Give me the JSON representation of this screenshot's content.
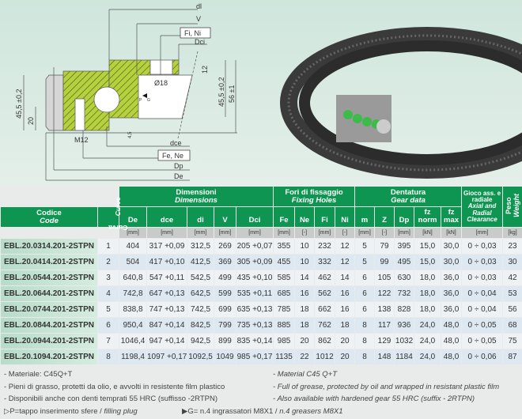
{
  "diagram": {
    "labels": {
      "dl": "dl",
      "v": "V",
      "fi_ni": "Fi, Ni",
      "dci": "Dci",
      "d18": "Ø18",
      "h12": "12",
      "h455r": "45,5 ±0,2",
      "h56": "56 ±1",
      "h455l": "45,5 ±0,2",
      "h20": "20",
      "m12": "M12",
      "dce": "dce",
      "fe_ne": "Fe, Ne",
      "dp": "Dp",
      "de": "De",
      "h45": "4,5",
      "p": "P",
      "g": "G"
    }
  },
  "table": {
    "groups": {
      "dim": "Dimensioni",
      "dim_en": "Dimensions",
      "fix": "Fori di fissaggio",
      "fix_en": "Fixing Holes",
      "gear": "Dentatura",
      "gear_en": "Gear data",
      "gioco": "Gioco ass. e radiale",
      "gioco_en": "Axial and Radial Clearance",
      "peso": "Peso",
      "peso_en": "Weight"
    },
    "code": "Codice",
    "code_en": "Code",
    "curva": "Curva",
    "curva_en": "Curve",
    "cols": [
      "De",
      "dce",
      "di",
      "V",
      "Dci",
      "Fe",
      "Ne",
      "Fi",
      "Ni",
      "m",
      "Z",
      "Dp",
      "fz norm",
      "fz max"
    ],
    "units": [
      "[mm]",
      "[mm]",
      "[mm]",
      "[mm]",
      "[mm]",
      "[mm]",
      "[-]",
      "[mm]",
      "[-]",
      "[mm]",
      "[-]",
      "[mm]",
      "[kN]",
      "[kN]",
      "[mm]",
      "[kg]"
    ],
    "rows": [
      [
        "EBL.20.0314.201-2STPN",
        "1",
        "404",
        "317 +0,09",
        "312,5",
        "269",
        "205 +0,07",
        "355",
        "10",
        "232",
        "12",
        "5",
        "79",
        "395",
        "15,0",
        "30,0",
        "0 ÷ 0,03",
        "23"
      ],
      [
        "EBL.20.0414.201-2STPN",
        "2",
        "504",
        "417 +0,10",
        "412,5",
        "369",
        "305 +0,09",
        "455",
        "10",
        "332",
        "12",
        "5",
        "99",
        "495",
        "15,0",
        "30,0",
        "0 ÷ 0,03",
        "30"
      ],
      [
        "EBL.20.0544.201-2STPN",
        "3",
        "640,8",
        "547 +0,11",
        "542,5",
        "499",
        "435 +0,10",
        "585",
        "14",
        "462",
        "14",
        "6",
        "105",
        "630",
        "18,0",
        "36,0",
        "0 ÷ 0,03",
        "42"
      ],
      [
        "EBL.20.0644.201-2STPN",
        "4",
        "742,8",
        "647 +0,13",
        "642,5",
        "599",
        "535 +0,11",
        "685",
        "16",
        "562",
        "16",
        "6",
        "122",
        "732",
        "18,0",
        "36,0",
        "0 ÷ 0,04",
        "53"
      ],
      [
        "EBL.20.0744.201-2STPN",
        "5",
        "838,8",
        "747 +0,13",
        "742,5",
        "699",
        "635 +0,13",
        "785",
        "18",
        "662",
        "16",
        "6",
        "138",
        "828",
        "18,0",
        "36,0",
        "0 ÷ 0,04",
        "56"
      ],
      [
        "EBL.20.0844.201-2STPN",
        "6",
        "950,4",
        "847 +0,14",
        "842,5",
        "799",
        "735 +0,13",
        "885",
        "18",
        "762",
        "18",
        "8",
        "117",
        "936",
        "24,0",
        "48,0",
        "0 ÷ 0,05",
        "68"
      ],
      [
        "EBL.20.0944.201-2STPN",
        "7",
        "1046,4",
        "947 +0,14",
        "942,5",
        "899",
        "835 +0,14",
        "985",
        "20",
        "862",
        "20",
        "8",
        "129",
        "1032",
        "24,0",
        "48,0",
        "0 ÷ 0,05",
        "75"
      ],
      [
        "EBL.20.1094.201-2STPN",
        "8",
        "1198,4",
        "1097 +0,17",
        "1092,5",
        "1049",
        "985 +0,17",
        "1135",
        "22",
        "1012",
        "20",
        "8",
        "148",
        "1184",
        "24,0",
        "48,0",
        "0 ÷ 0,06",
        "87"
      ]
    ]
  },
  "notes": {
    "it": [
      "- Materiale: C45Q+T",
      "- Pieni di grasso, protetti da olio, e avvolti in resistente film plastico",
      "- Disponibili anche con denti temprati 55 HRC (suffisso -2RTPN)"
    ],
    "en": [
      "- Material C45 Q+T",
      "- Full of grease, protected by oil and wrapped in resistant plastic film",
      "- Also available with hardened gear 55 HRC (suffix - 2RTPN)"
    ],
    "p_it": "P=tappo  inserimento sfere / ",
    "p_en": "filling plug",
    "g_it": "G= n.4 ingrassatori M8X1 / ",
    "g_en": "n.4 greasers M8X1"
  },
  "colors": {
    "green": "#0f9552",
    "hatch": "#a7c93a"
  }
}
